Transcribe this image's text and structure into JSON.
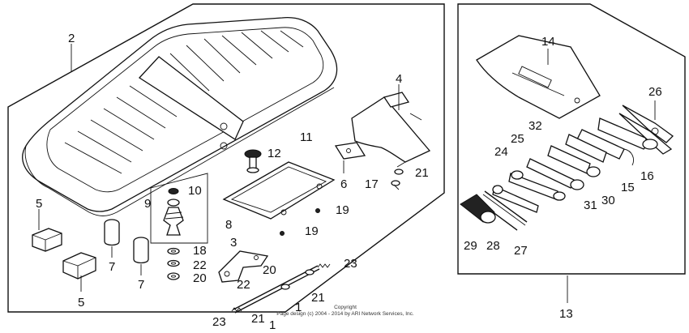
{
  "callouts": {
    "c1": "1",
    "c1b": "1",
    "c2": "2",
    "c3": "3",
    "c4": "4",
    "c5": "5",
    "c5b": "5",
    "c6": "6",
    "c7": "7",
    "c7b": "7",
    "c8": "8",
    "c9": "9",
    "c10": "10",
    "c11": "11",
    "c12": "12",
    "c13": "13",
    "c14": "14",
    "c15": "15",
    "c16": "16",
    "c17": "17",
    "c18": "18",
    "c19": "19",
    "c19b": "19",
    "c20": "20",
    "c20b": "20",
    "c21": "21",
    "c21b": "21",
    "c21c": "21",
    "c22": "22",
    "c22b": "22",
    "c23": "23",
    "c23b": "23",
    "c24": "24",
    "c25": "25",
    "c26": "26",
    "c27": "27",
    "c28": "28",
    "c29": "29",
    "c30": "30",
    "c31": "31",
    "c32": "32"
  },
  "copyright": {
    "line1": "Copyright",
    "line2": "Page design (c) 2004 - 2014 by ARI Network Services, Inc."
  }
}
